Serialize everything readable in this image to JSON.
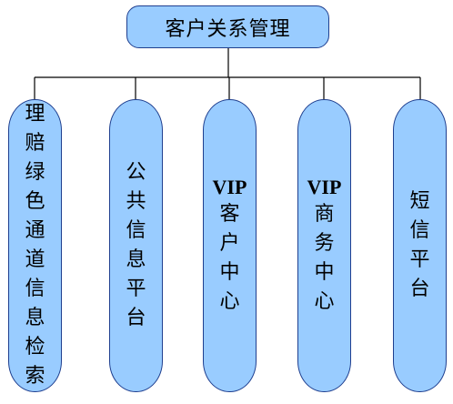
{
  "diagram": {
    "root": {
      "label": "客户关系管理"
    },
    "children": [
      {
        "prefix": "",
        "label": "理赔绿色通道信息检索"
      },
      {
        "prefix": "",
        "label": "公共信息平台"
      },
      {
        "prefix": "VIP",
        "label": "客户中心"
      },
      {
        "prefix": "VIP",
        "label": "商务中心"
      },
      {
        "prefix": "",
        "label": "短信平台"
      }
    ]
  },
  "colors": {
    "node_fill": "#99ccff",
    "node_border": "#1f3f8f",
    "connector": "#000000"
  }
}
